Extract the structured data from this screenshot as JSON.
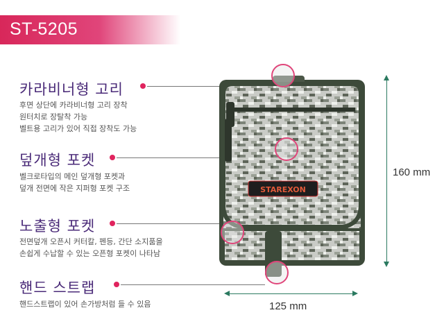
{
  "model": "ST-5205",
  "features": [
    {
      "title": "카라비너형 고리",
      "desc": [
        "후면 상단에 카라비너형 고리 장착",
        "원터치로 장탈착 가능",
        "벨트용 고리가 있어 직접 장착도 가능"
      ]
    },
    {
      "title": "덮개형 포켓",
      "desc": [
        "벨크로타입의 메인 덮개형 포켓과",
        "덮개 전면에 작은 지퍼형 포켓 구조"
      ]
    },
    {
      "title": "노출형 포켓",
      "desc": [
        "전면덮개 오픈시 커터칼, 펜등, 간단 소지품을",
        "손쉽게 수납할 수 있는 오픈형 포켓이 나타남"
      ]
    },
    {
      "title": "핸드 스트랩",
      "desc": [
        "핸드스트랩이 있어 손가방처럼 들 수 있음"
      ]
    }
  ],
  "product": {
    "brand": "STAREXON"
  },
  "dimensions": {
    "height": "160 mm",
    "width": "125 mm"
  },
  "colors": {
    "accent": "#e0245e",
    "title": "#4a2a78",
    "dimension": "#2b7a60",
    "bag_dark": "#3d4a3a"
  }
}
